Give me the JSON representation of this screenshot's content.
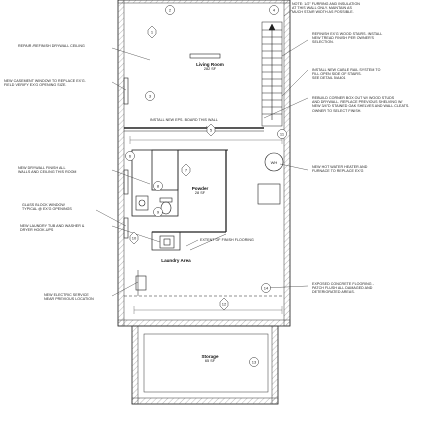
{
  "rooms": {
    "living": {
      "name": "Living Room",
      "area": "282 SF"
    },
    "powder": {
      "name": "Powder",
      "area": "28 SF"
    },
    "laundry": {
      "name": "Laundry Area"
    },
    "storage": {
      "name": "Storage",
      "area": "65 SF"
    }
  },
  "notes": {
    "finish_ceiling": "REPAIR /REFINISH DRYWALL CEILING",
    "casement": "NEW CASEMENT WINDOW TO REPLACE EX'G.\nFIELD VERIFY EX'G OPENING SIZE.",
    "wall_insul": "INSTALL NEW EPS. BOARD THIS WALL",
    "drywall_finish": "NEW DRYWALL FINISH ALL\nWALLS AND CEILING THIS ROOM",
    "glass_block": "GLASS BLOCK WINDOW\nTYPICAL @ EX'G OPENINGS",
    "laundry_tub": "NEW LAUNDRY TUB AND WASHER &\nDRYER HOOK-UPS",
    "electric_service": "NEW ELECTRIC SERVICE\nNEAR PREVIOUS LOCATION",
    "furring": "NOTE: 1/2\" FURRING AND INSULATION\nAT THIS WALL ONLY. MAINTAIN AS\nMUCH STAIR WIDTH AS POSSIBLE.",
    "wood_stairs": "REFINISH EX'G WOOD STAIRS. INSTALL\nNEW TREAD FINISH PER OWNER'S\nSELECTION.",
    "cable_rail": "INSTALL NEW CABLE RAIL SYSTEM TO\nFILL OPEN SIDE OF STAIRS.\nSEE DETAIL 5/A401",
    "corner_box": "REBUILD CORNER BOX OUT w/ WOOD STUDS\nAND DRYWALL. REPLACE PREVIOUS SHELVING w/\nNEW 3/4\"D STAINED OAK SHELVES AND WALL CLEATS.\nOWNER TO SELECT FINISH.",
    "water_heater": "NEW HOT WATER HEATER and\nFURNACE TO REPLACE EX'G",
    "floor_extent": "EXTENT OF FINISH FLOORING",
    "concrete": "EXPOSED CONCRETE FLOORING -\nPATCH FLUSH ALL DAMAGED AND\nDETERIORATED AREAS."
  },
  "equipment": {
    "water_heater_label": "WH"
  },
  "tags": [
    "1",
    "2",
    "3",
    "4",
    "5",
    "6",
    "7",
    "8",
    "9",
    "10",
    "11",
    "12",
    "13",
    "14"
  ]
}
